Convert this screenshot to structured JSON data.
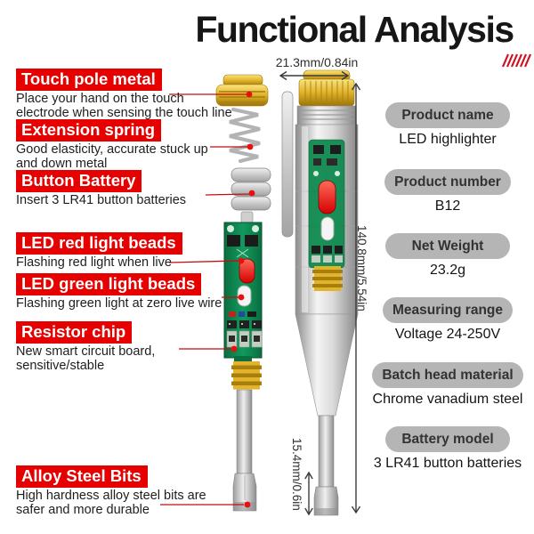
{
  "title": "Functional Analysis",
  "callouts": [
    {
      "label": "Touch pole metal",
      "desc": "Place your hand on the touch\nelectrode when sensing the touch line"
    },
    {
      "label": "Extension spring",
      "desc": "Good elasticity, accurate stuck up\nand down metal"
    },
    {
      "label": "Button Battery",
      "desc": "Insert 3 LR41 button batteries"
    },
    {
      "label": "LED red light beads",
      "desc": "Flashing red light when live"
    },
    {
      "label": "LED green light beads",
      "desc": "Flashing green light at zero live wire"
    },
    {
      "label": "Resistor chip",
      "desc": "New smart circuit board,\nsensitive/stable"
    },
    {
      "label": "Alloy Steel Bits",
      "desc": "High hardness alloy steel bits are\nsafer and more durable"
    }
  ],
  "specs": [
    {
      "label": "Product name",
      "value": "LED highlighter"
    },
    {
      "label": "Product number",
      "value": "B12"
    },
    {
      "label": "Net Weight",
      "value": "23.2g"
    },
    {
      "label": "Measuring range",
      "value": "Voltage 24-250V"
    },
    {
      "label": "Batch head material",
      "value": "Chrome vanadium steel"
    },
    {
      "label": "Battery model",
      "value": "3 LR41 button batteries"
    }
  ],
  "dimensions": {
    "cap_width": "21.3mm/0.84in",
    "total_length": "140.8mm/5.54in",
    "tip_length": "15.4mm/0.6in"
  },
  "colors": {
    "accent_red": "#e60000",
    "spec_pill_gray": "#b5b5b5",
    "pcb_green": "#0f8a50",
    "gold": "#d4a017"
  }
}
